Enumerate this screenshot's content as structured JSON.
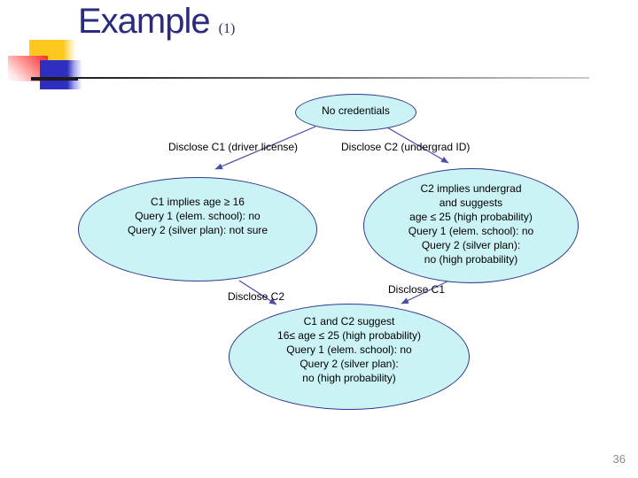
{
  "slide": {
    "title": "Example",
    "title_suffix": "(1)",
    "page_number": "36"
  },
  "colors": {
    "title_color": "#2b2b80",
    "node_fill": "#cbf3f6",
    "node_border": "#2d3a8c",
    "arrow_color": "#4a4aa8",
    "label_color": "#000000",
    "page_number_color": "#8c8c8c",
    "logo_yellow": "#ffc81e",
    "logo_red": "#ff2d2d",
    "logo_blue": "#2e2ec0",
    "divider_dark": "#1c1c1c"
  },
  "diagram": {
    "nodes": [
      {
        "name": "no-credentials",
        "lines": [
          "No credentials"
        ]
      },
      {
        "name": "c1-disclosed",
        "lines": [
          "C1 implies age ≥ 16",
          "Query 1 (elem. school): no",
          "Query 2 (silver plan): not sure"
        ]
      },
      {
        "name": "c2-disclosed",
        "lines": [
          "C2 implies undergrad",
          "and suggests",
          "age ≤ 25 (high probability)",
          "Query 1 (elem. school): no",
          "Query 2 (silver plan):",
          "no (high probability)"
        ]
      },
      {
        "name": "c1-and-c2-disclosed",
        "lines": [
          "C1 and C2 suggest",
          "16≤ age ≤ 25 (high probability)",
          "Query 1 (elem. school): no",
          "Query 2 (silver plan):",
          "no (high probability)"
        ]
      }
    ],
    "edges": [
      {
        "label": "Disclose C1 (driver license)"
      },
      {
        "label": "Disclose C2 (undergrad ID)"
      },
      {
        "label": "Disclose C2"
      },
      {
        "label": "Disclose C1"
      }
    ]
  }
}
